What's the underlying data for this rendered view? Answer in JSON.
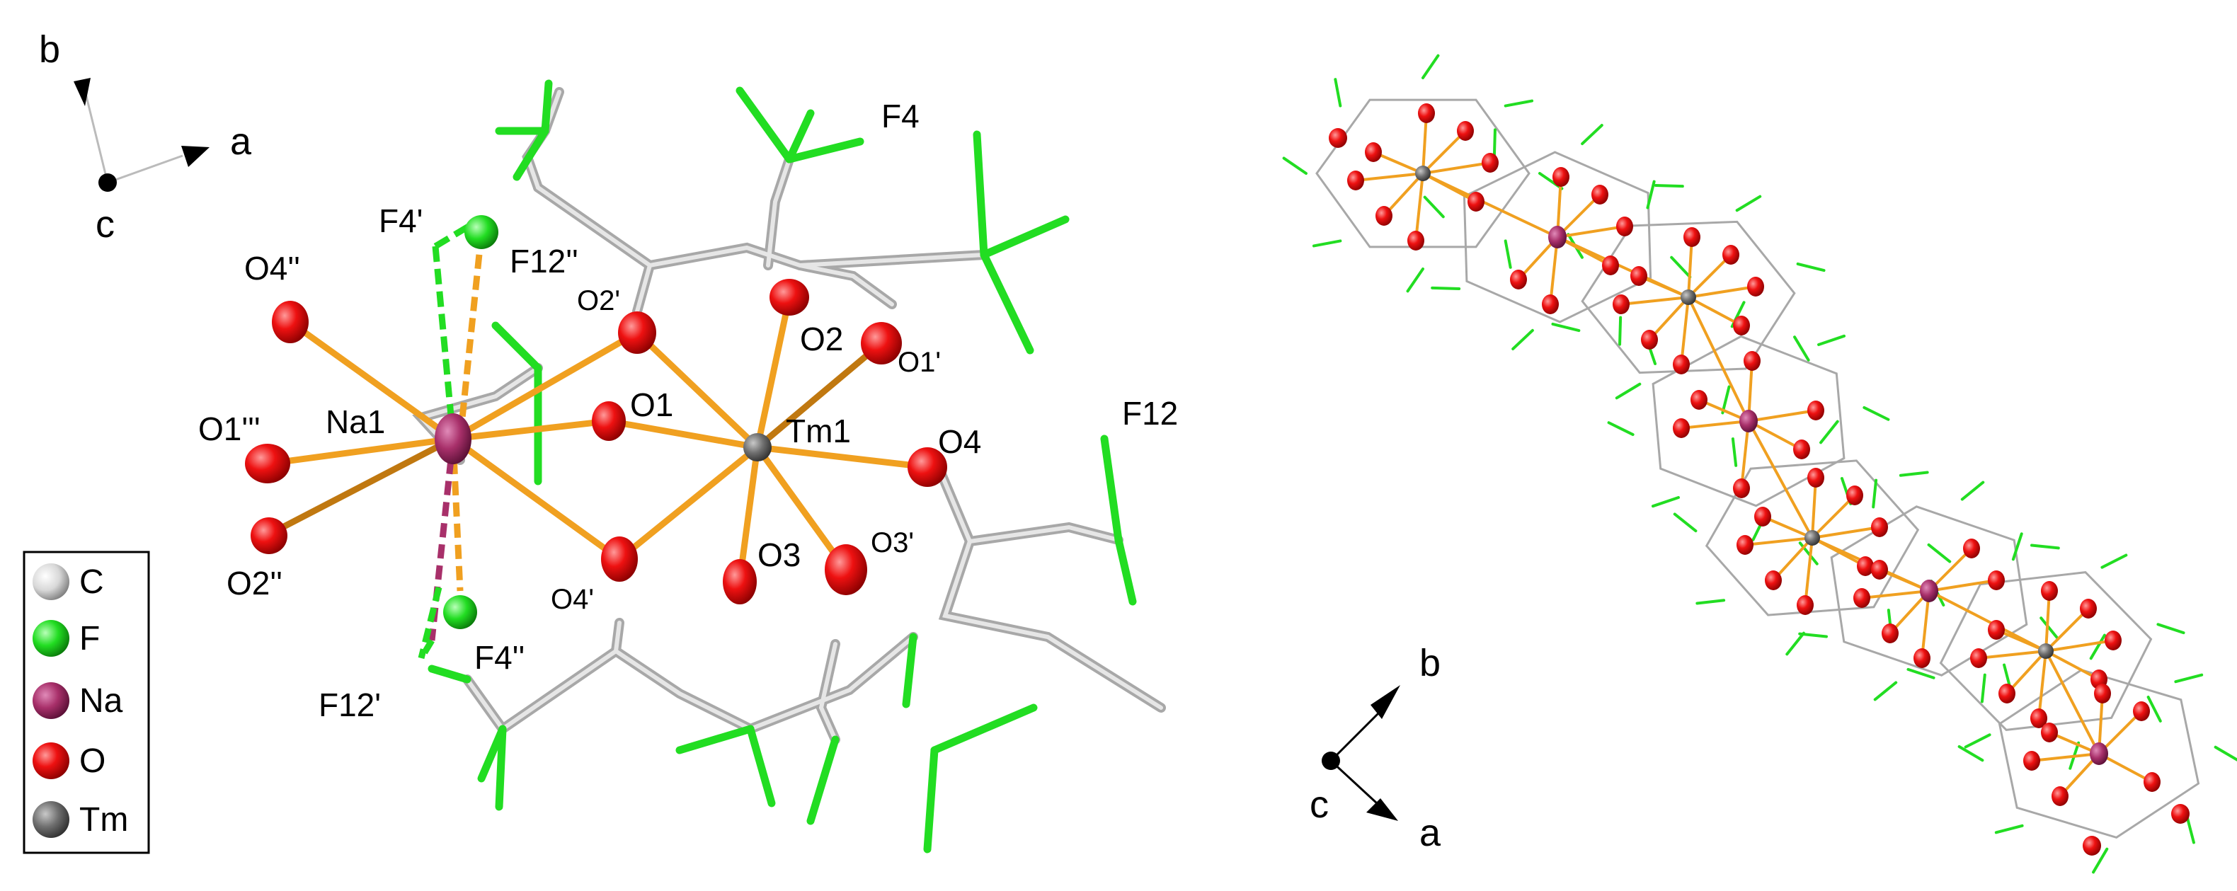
{
  "left_panel": {
    "axes": {
      "a": "a",
      "b": "b",
      "c": "c"
    },
    "atom_labels": {
      "na1": "Na1",
      "tm1": "Tm1",
      "o1": "O1",
      "o2": "O2",
      "o3": "O3",
      "o4": "O4",
      "o1p": "O1'",
      "o2p": "O2'",
      "o3p": "O3'",
      "o4p": "O4'",
      "o4pp": "O4''",
      "o1ppp": "O1'''",
      "o2pp": "O2''",
      "f4": "F4",
      "f4p": "F4'",
      "f4pp": "F4''",
      "f12": "F12",
      "f12p": "F12'",
      "f12pp": "F12''"
    },
    "legend": [
      {
        "label": "C",
        "color": "#d8d8d8"
      },
      {
        "label": "F",
        "color": "#22dd22"
      },
      {
        "label": "Na",
        "color": "#a8306a"
      },
      {
        "label": "O",
        "color": "#ee1111"
      },
      {
        "label": "Tm",
        "color": "#707070"
      }
    ]
  },
  "right_panel": {
    "axes": {
      "a": "a",
      "b": "b",
      "c": "c"
    }
  },
  "colors": {
    "bond_metal": "#f0a020",
    "bond_metal_dark": "#c07810",
    "bond_carbon": "#b8b8b8",
    "fluorine": "#22dd22",
    "oxygen": "#ee1111",
    "sodium": "#a8306a",
    "thulium": "#707070"
  }
}
